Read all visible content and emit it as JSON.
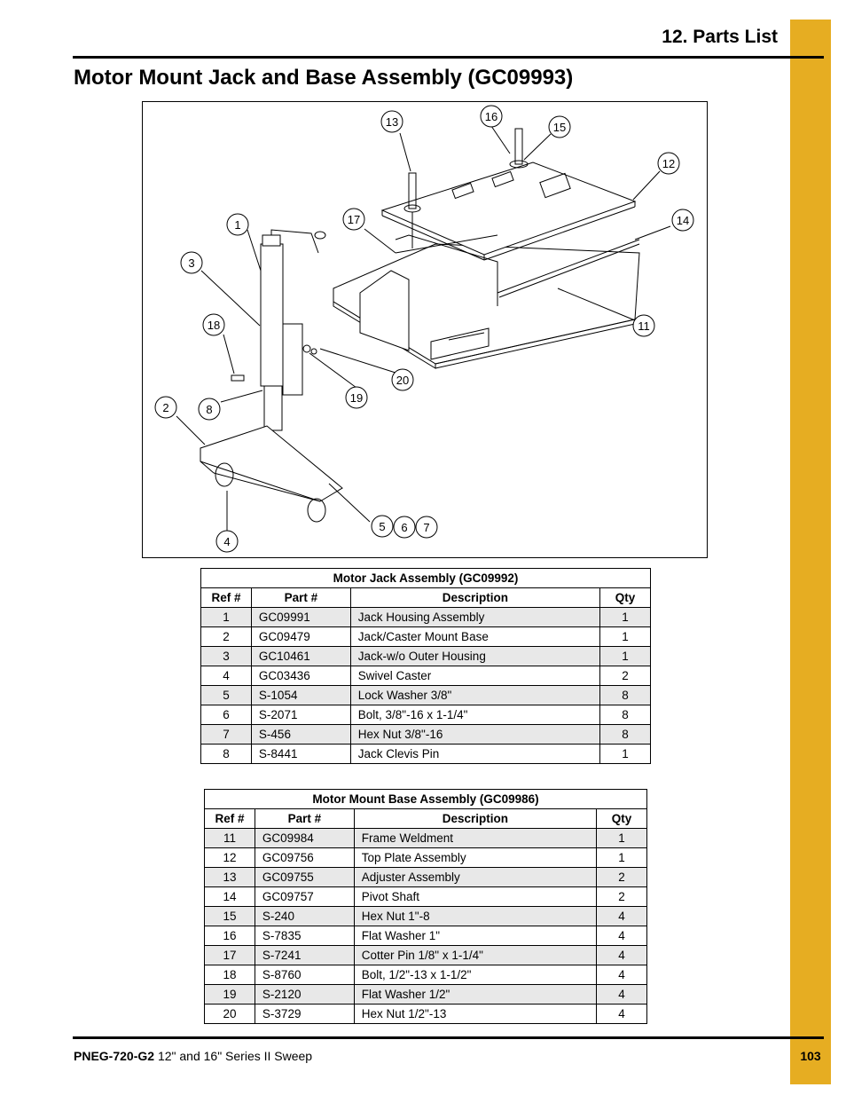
{
  "header": {
    "section": "12. Parts List",
    "title": "Motor Mount Jack and Base Assembly (GC09993)"
  },
  "figure": {
    "callouts": [
      "13",
      "16",
      "15",
      "12",
      "1",
      "17",
      "14",
      "3",
      "18",
      "11",
      "20",
      "19",
      "2",
      "8",
      "5",
      "6",
      "7",
      "4"
    ]
  },
  "table1": {
    "caption": "Motor Jack Assembly (GC09992)",
    "headers": [
      "Ref #",
      "Part #",
      "Description",
      "Qty"
    ],
    "rows": [
      [
        "1",
        "GC09991",
        "Jack Housing Assembly",
        "1"
      ],
      [
        "2",
        "GC09479",
        "Jack/Caster Mount Base",
        "1"
      ],
      [
        "3",
        "GC10461",
        "Jack-w/o Outer Housing",
        "1"
      ],
      [
        "4",
        "GC03436",
        "Swivel Caster",
        "2"
      ],
      [
        "5",
        "S-1054",
        "Lock Washer 3/8\"",
        "8"
      ],
      [
        "6",
        "S-2071",
        "Bolt, 3/8\"-16 x 1-1/4\"",
        "8"
      ],
      [
        "7",
        "S-456",
        "Hex Nut 3/8\"-16",
        "8"
      ],
      [
        "8",
        "S-8441",
        "Jack Clevis Pin",
        "1"
      ]
    ]
  },
  "table2": {
    "caption": "Motor Mount Base Assembly (GC09986)",
    "headers": [
      "Ref #",
      "Part #",
      "Description",
      "Qty"
    ],
    "rows": [
      [
        "11",
        "GC09984",
        "Frame Weldment",
        "1"
      ],
      [
        "12",
        "GC09756",
        "Top Plate Assembly",
        "1"
      ],
      [
        "13",
        "GC09755",
        "Adjuster Assembly",
        "2"
      ],
      [
        "14",
        "GC09757",
        "Pivot Shaft",
        "2"
      ],
      [
        "15",
        "S-240",
        "Hex Nut 1\"-8",
        "4"
      ],
      [
        "16",
        "S-7835",
        "Flat Washer 1\"",
        "4"
      ],
      [
        "17",
        "S-7241",
        "Cotter Pin 1/8\" x 1-1/4\"",
        "4"
      ],
      [
        "18",
        "S-8760",
        "Bolt, 1/2\"-13 x 1-1/2\"",
        "4"
      ],
      [
        "19",
        "S-2120",
        "Flat Washer 1/2\"",
        "4"
      ],
      [
        "20",
        "S-3729",
        "Hex Nut 1/2\"-13",
        "4"
      ]
    ]
  },
  "footer": {
    "doc_id": "PNEG-720-G2",
    "doc_title": "12\" and 16\" Series II Sweep",
    "page": "103"
  }
}
